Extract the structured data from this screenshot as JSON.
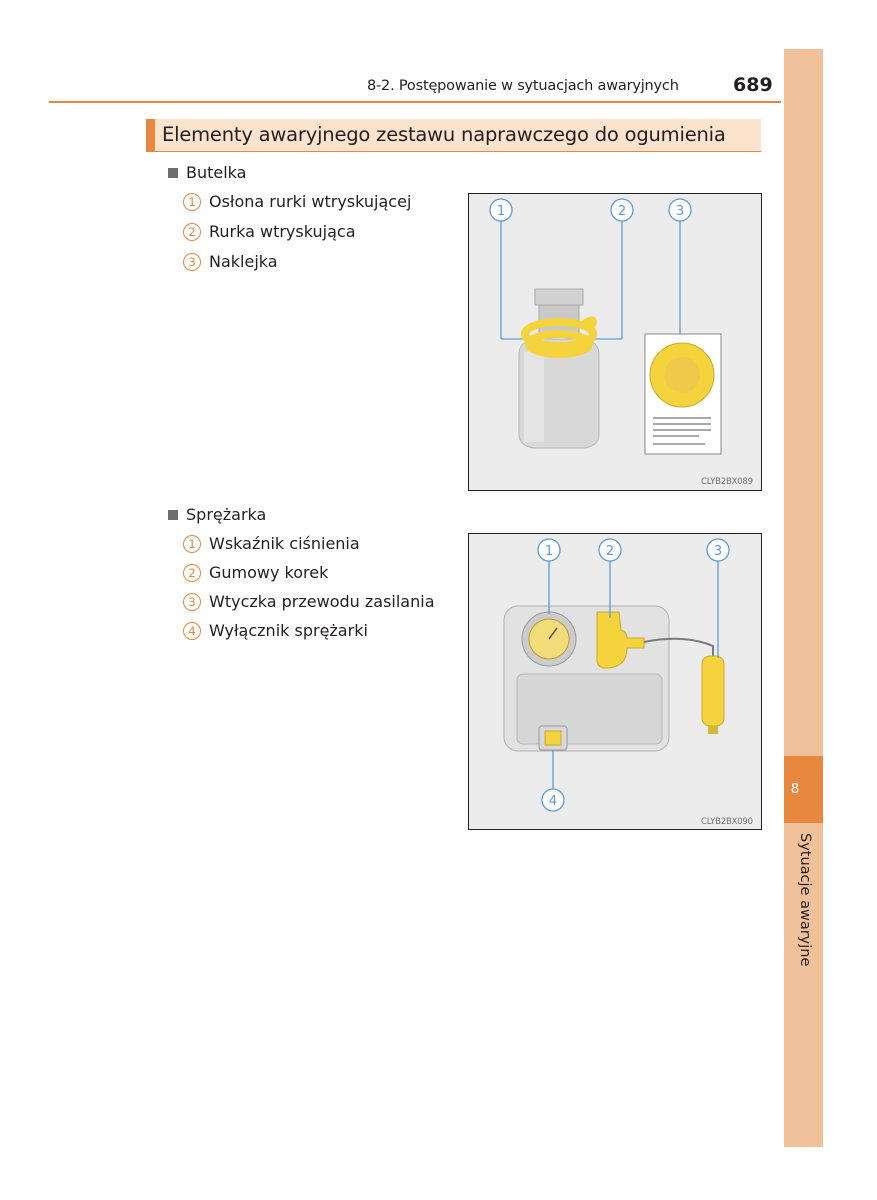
{
  "header": {
    "chapter_title": "8-2. Postępowanie w sytuacjach awaryjnych",
    "page_number": "689"
  },
  "side_tab": {
    "number": "8",
    "label": "Sytuacje awaryjne"
  },
  "section": {
    "title": "Elementy awaryjnego zestawu naprawczego do ogumienia"
  },
  "bottle": {
    "heading": "Butelka",
    "items": [
      {
        "num": "1",
        "label": "Osłona rurki wtryskującej"
      },
      {
        "num": "2",
        "label": "Rurka wtryskująca"
      },
      {
        "num": "3",
        "label": "Naklejka"
      }
    ],
    "figure_code": "CLYB2BX089"
  },
  "compressor": {
    "heading": "Sprężarka",
    "items": [
      {
        "num": "1",
        "label": "Wskaźnik ciśnienia"
      },
      {
        "num": "2",
        "label": "Gumowy korek"
      },
      {
        "num": "3",
        "label": "Wtyczka przewodu zasilania"
      },
      {
        "num": "4",
        "label": "Wyłącznik sprężarki"
      }
    ],
    "figure_code": "CLYB2BX090"
  },
  "colors": {
    "accent": "#e8873e",
    "side_bar": "#f0c19a",
    "title_bg": "#fbe3cd",
    "callout_blue": "#5b9bd5",
    "yellow_part": "#f5d33c"
  }
}
